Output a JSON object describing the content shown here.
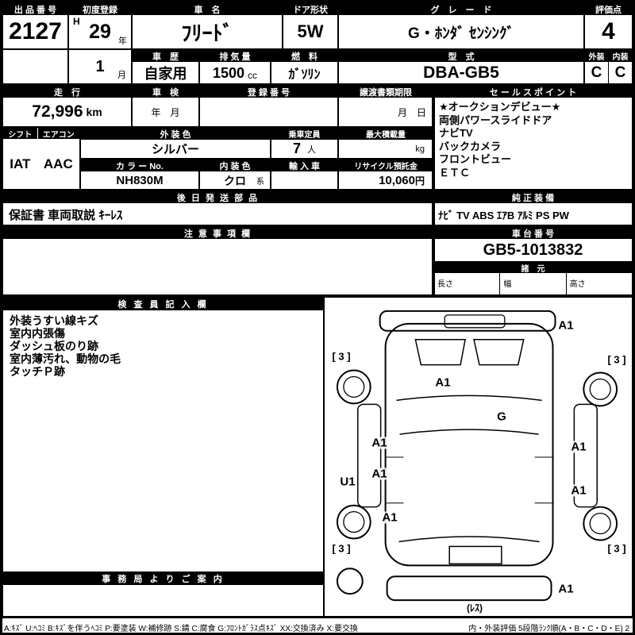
{
  "top": {
    "auction_no": {
      "label": "出 品 番 号",
      "value": "2127"
    },
    "first_reg": {
      "label": "初度登録",
      "era": "H",
      "year": "29",
      "year_unit": "年",
      "month": "1",
      "month_unit": "月"
    },
    "car_name": {
      "label": "車　名",
      "value": "ﾌﾘｰﾄﾞ"
    },
    "door_shape": {
      "label": "ドア形状",
      "value": "5W"
    },
    "grade": {
      "label": "グ　レ　ー　ド",
      "value": "G・ﾎﾝﾀﾞ ｾﾝｼﾝｸﾞ"
    },
    "score": {
      "label": "評価点",
      "value": "4"
    },
    "history": {
      "label": "車　歴",
      "value": "自家用"
    },
    "displacement": {
      "label": "排 気 量",
      "value": "1500",
      "unit": "cc"
    },
    "fuel": {
      "label": "燃　料",
      "value": "ｶﾞｿﾘﾝ"
    },
    "model_code": {
      "label": "型　式",
      "value": "DBA-GB5"
    },
    "exterior": {
      "label": "外装",
      "value": "C"
    },
    "interior": {
      "label": "内装",
      "value": "C"
    }
  },
  "middle": {
    "mileage": {
      "label": "走　行",
      "value": "72,996",
      "unit": "km"
    },
    "inspection": {
      "label": "車　検",
      "value": "年　月"
    },
    "registration_no": {
      "label": "登 録 番 号"
    },
    "transfer_deadline": {
      "label": "譲渡書類期限",
      "value": "月　日"
    },
    "sales_points": {
      "label": "セ ー ル ス ポ イ ン ト",
      "items": [
        "★オークションデビュー★",
        "両側パワースライドドア",
        "ナビTV",
        "バックカメラ",
        "フロントビュー",
        "ＥＴＣ"
      ]
    },
    "shift": {
      "label": "シフト",
      "value": "IAT"
    },
    "aircon": {
      "label": "エアコン",
      "value": "AAC"
    },
    "exterior_color": {
      "label": "外 装 色",
      "value": "シルバー"
    },
    "capacity": {
      "label": "乗車定員",
      "value": "7",
      "unit": "人"
    },
    "max_load": {
      "label": "最大積載量",
      "unit": "kg"
    },
    "color_no": {
      "label": "カ ラ ー No.",
      "value": "NH830M"
    },
    "interior_color": {
      "label": "内 装 色",
      "value": "クロ",
      "unit": "系"
    },
    "import_car": {
      "label": "輸 入 車"
    },
    "recycle_deposit": {
      "label": "リサイクル預託金",
      "value": "10,060",
      "unit": "円"
    }
  },
  "later_parts": {
    "label": "後 日 発 送 部 品",
    "value": "保証書 車両取説 ｷｰﾚｽ"
  },
  "oem_equipment": {
    "label": "純 正 装 備",
    "value": "ﾅﾋﾞ TV ABS ｴｱB ｱﾙﾐ PS PW"
  },
  "cautions": {
    "label": "注 意 事 項 欄"
  },
  "chassis_no": {
    "label": "車 台 番 号",
    "value": "GB5-1013832"
  },
  "dimensions": {
    "label": "諸　元",
    "length_label": "長さ",
    "width_label": "幅",
    "height_label": "高さ"
  },
  "inspector": {
    "label": "検 査 員 記 入 欄",
    "lines": [
      "外装うすい線キズ",
      "室内内張傷",
      "ダッシュ板のり跡",
      "室内薄汚れ、動物の毛",
      "タッチＰ跡"
    ]
  },
  "office_info": {
    "label": "事 務 局 よ り ご 案 内"
  },
  "diagram": {
    "marks": {
      "top_right": "A1",
      "tire_top_left": "[ 3 ]",
      "tire_top_right": "[ 3 ]",
      "upper_center": "A1",
      "center_glass": "G",
      "left_upper": "A1",
      "right_upper": "A1",
      "left_mid": "A1",
      "left_edge": "U1",
      "right_mid": "A1",
      "left_lower": "A1",
      "tire_bottom_left": "[ 3 ]",
      "tire_bottom_right": "[ 3 ]",
      "bottom_right": "A1",
      "plate": "(ﾚｽ)"
    }
  },
  "legend": {
    "codes": "A:ｷｽﾞ U:ﾍｺﾐ B:ｷｽﾞを伴うﾍｺﾐ P:要塗装 W:補修跡 S:錆 C:腐食 G:ﾌﾛﾝﾄｶﾞﾗｽ点ｷｽﾞ XX:交換済み X:要交換",
    "rank": "内・外装評価 5段階ﾗﾝｸ順(A・B・C・D・E) 2"
  }
}
